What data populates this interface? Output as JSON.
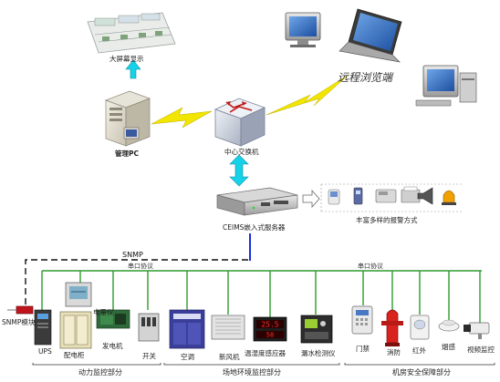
{
  "labels": {
    "big_screen": "大屏幕显示",
    "admin_pc": "管理PC",
    "core_switch": "中心交换机",
    "remote_browser": "远程浏览端",
    "server": "CEIMS嵌入式服务器",
    "alarm_methods": "丰富多样的报警方式",
    "snmp": "SNMP",
    "serial_protocol_left": "串口协议",
    "serial_protocol_right": "串口协议",
    "snmp_module": "SNMP模块",
    "ups": "UPS",
    "meter": "电量仪",
    "distribution_cabinet": "配电柜",
    "generator": "发电机",
    "switch": "开关",
    "ac": "空调",
    "fresh_air": "新风机",
    "temp_humidity": "温湿度感应器",
    "leak_detector": "漏水检测仪",
    "door_access": "门禁",
    "fire": "消防",
    "infrared": "红外",
    "smoke": "烟感",
    "video": "视频监控",
    "group_power": "动力监控部分",
    "group_env": "场地环境监控部分",
    "group_security": "机房安全保障部分"
  },
  "panel": {
    "temp_reading": "25.5",
    "humidity_reading": "58"
  },
  "colors": {
    "bus_green": "#2e9a2e",
    "uplink_blue": "#1a2fd6",
    "lightning_yellow": "#f2e500",
    "arrow_cyan": "#16d2e8",
    "snmp_dash": "#111111",
    "module_red": "#c0141c"
  },
  "icons": {
    "big_screen": "control-room-icon",
    "admin_pc": "tower-pc-icon",
    "core_switch": "network-switch-icon",
    "laptop": "laptop-icon",
    "monitor": "crt-monitor-icon",
    "server": "rack-server-icon",
    "alarm": [
      "hand-pointer-icon",
      "pager-icon",
      "phone-icon",
      "fax-icon",
      "loudspeaker-icon",
      "siren-icon"
    ]
  }
}
